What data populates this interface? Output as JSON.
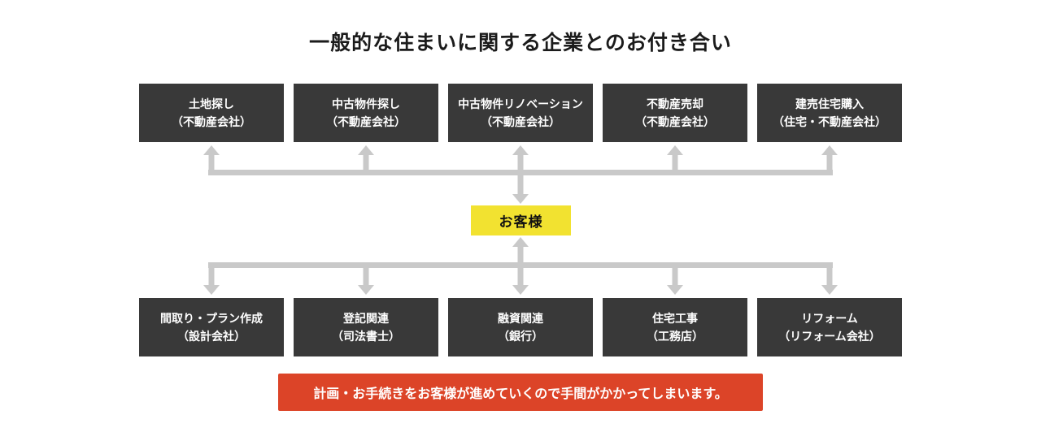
{
  "title": "一般的な住まいに関する企業とのお付き合い",
  "top_row": {
    "items": [
      {
        "label": "土地探し",
        "sub": "（不動産会社）"
      },
      {
        "label": "中古物件探し",
        "sub": "（不動産会社）"
      },
      {
        "label": "中古物件リノベーション",
        "sub": "（不動産会社）"
      },
      {
        "label": "不動産売却",
        "sub": "（不動産会社）"
      },
      {
        "label": "建売住宅購入",
        "sub": "（住宅・不動産会社）"
      }
    ]
  },
  "customer": {
    "label": "お客様"
  },
  "bottom_row": {
    "items": [
      {
        "label": "間取り・プラン作成",
        "sub": "（設計会社）"
      },
      {
        "label": "登記関連",
        "sub": "（司法書士）"
      },
      {
        "label": "融資関連",
        "sub": "（銀行）"
      },
      {
        "label": "住宅工事",
        "sub": "（工務店）"
      },
      {
        "label": "リフォーム",
        "sub": "（リフォーム会社）"
      }
    ]
  },
  "banner": {
    "text": "計画・お手続きをお客様が進めていくので手間がかかってしまいます。"
  },
  "colors": {
    "page_bg": "#ffffff",
    "title_text": "#1b1b1b",
    "box_bg": "#393939",
    "box_text": "#ffffff",
    "customer_bg": "#f2e230",
    "customer_text": "#111111",
    "banner_bg": "#dc4428",
    "banner_text": "#ffffff",
    "connector": "#c9c9c9"
  }
}
